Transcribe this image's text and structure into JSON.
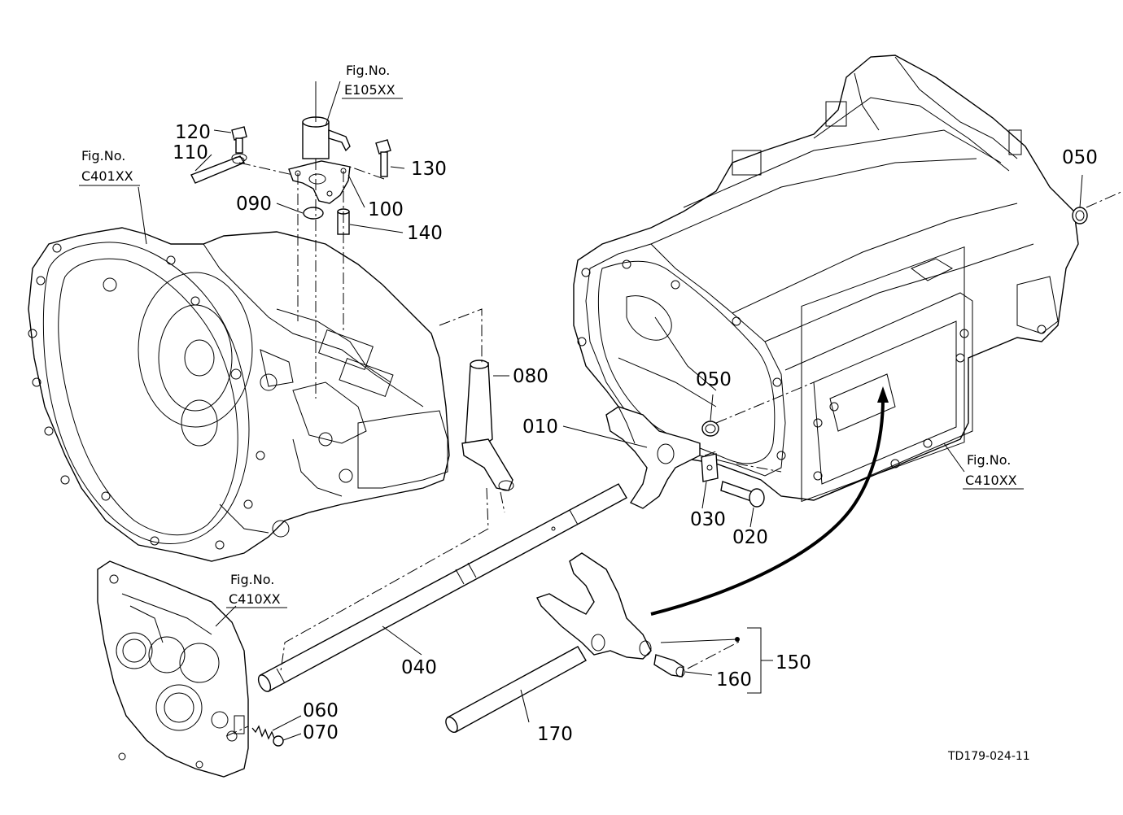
{
  "fig_refs": {
    "e105": {
      "line1": "Fig.No.",
      "line2": "E105XX"
    },
    "c401": {
      "line1": "Fig.No.",
      "line2": "C401XX"
    },
    "c410_left": {
      "line1": "Fig.No.",
      "line2": "C410XX"
    },
    "c410_right": {
      "line1": "Fig.No.",
      "line2": "C410XX"
    }
  },
  "parts": {
    "p010": "010",
    "p020": "020",
    "p030": "030",
    "p040": "040",
    "p050_top": "050",
    "p050_mid": "050",
    "p060": "060",
    "p070": "070",
    "p080": "080",
    "p090": "090",
    "p100": "100",
    "p110": "110",
    "p120": "120",
    "p130": "130",
    "p140": "140",
    "p150": "150",
    "p160": "160",
    "p170": "170"
  },
  "drawing_code": "TD179-024-11"
}
